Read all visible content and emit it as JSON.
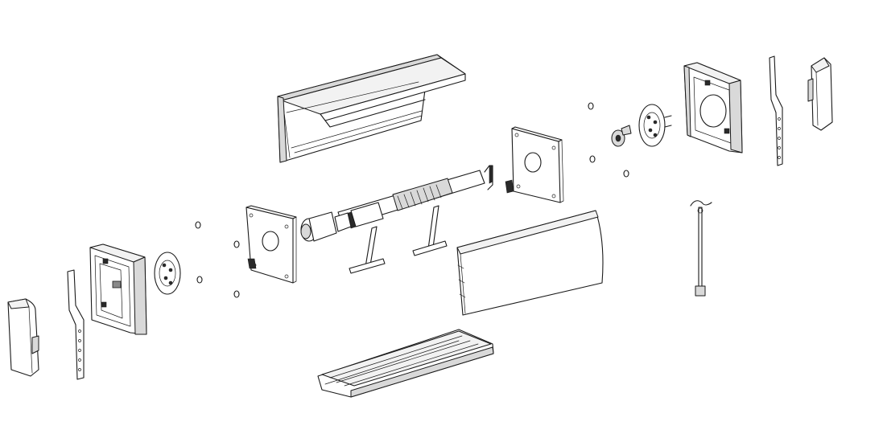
{
  "diagram": {
    "kind": "exploded-assembly",
    "colors": {
      "line": "#1a1a1a",
      "background": "#ffffff",
      "shade": "#d9d9d9"
    },
    "parts": [
      "top-box-profile",
      "bottom-box-profile",
      "front-cover-panel",
      "roller-tube-motor",
      "left-side-plate",
      "right-side-plate",
      "left-end-cap",
      "right-end-cap",
      "left-end-cover",
      "right-end-cover",
      "left-bracket-strip",
      "right-bracket-strip",
      "left-gear-disc",
      "right-gear-disc",
      "hanger-springs",
      "crank-rod",
      "screws"
    ]
  }
}
